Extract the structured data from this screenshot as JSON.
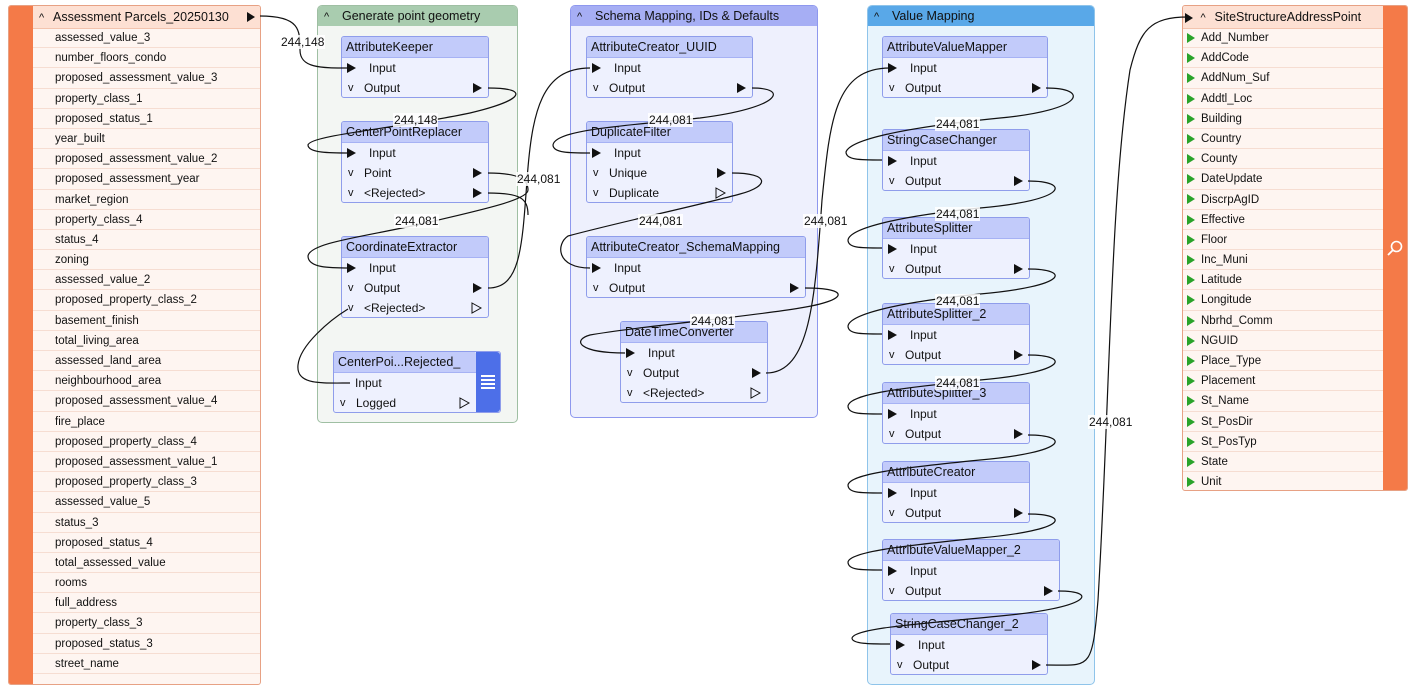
{
  "reader": {
    "title": "Assessment Parcels_20250130",
    "attributes": [
      "assessed_value_3",
      "number_floors_condo",
      "proposed_assessment_value_3",
      "property_class_1",
      "proposed_status_1",
      "year_built",
      "proposed_assessment_value_2",
      "proposed_assessment_year",
      "market_region",
      "property_class_4",
      "status_4",
      "zoning",
      "assessed_value_2",
      "proposed_property_class_2",
      "basement_finish",
      "total_living_area",
      "assessed_land_area",
      "neighbourhood_area",
      "proposed_assessment_value_4",
      "fire_place",
      "proposed_property_class_4",
      "proposed_assessment_value_1",
      "proposed_property_class_3",
      "assessed_value_5",
      "status_3",
      "proposed_status_4",
      "total_assessed_value",
      "rooms",
      "full_address",
      "property_class_3",
      "proposed_status_3",
      "street_name"
    ]
  },
  "writer": {
    "title": "SiteStructureAddressPoint",
    "attributes": [
      "Add_Number",
      "AddCode",
      "AddNum_Suf",
      "Addtl_Loc",
      "Building",
      "Country",
      "County",
      "DateUpdate",
      "DiscrpAgID",
      "Effective",
      "Floor",
      "Inc_Muni",
      "Latitude",
      "Longitude",
      "Nbrhd_Comm",
      "NGUID",
      "Place_Type",
      "Placement",
      "St_Name",
      "St_PosDir",
      "St_PosTyp",
      "State",
      "Unit"
    ]
  },
  "bookmarks": {
    "geometry": "Generate point geometry",
    "schema": "Schema Mapping, IDs & Defaults",
    "value": "Value Mapping"
  },
  "transformers": {
    "attributekeeper": {
      "title": "AttributeKeeper",
      "ports": [
        "Input",
        "Output"
      ]
    },
    "centerpointreplacer": {
      "title": "CenterPointReplacer",
      "ports": [
        "Input",
        "Point",
        "<Rejected>"
      ]
    },
    "coordinateextractor": {
      "title": "CoordinateExtractor",
      "ports": [
        "Input",
        "Output",
        "<Rejected>"
      ]
    },
    "logger": {
      "title": "CenterPoi...Rejected_",
      "ports": [
        "Input",
        "Logged"
      ]
    },
    "uuid": {
      "title": "AttributeCreator_UUID",
      "ports": [
        "Input",
        "Output"
      ]
    },
    "duplicatefilter": {
      "title": "DuplicateFilter",
      "ports": [
        "Input",
        "Unique",
        "Duplicate"
      ]
    },
    "schemamapping": {
      "title": "AttributeCreator_SchemaMapping",
      "ports": [
        "Input",
        "Output"
      ]
    },
    "datetime": {
      "title": "DateTimeConverter",
      "ports": [
        "Input",
        "Output",
        "<Rejected>"
      ]
    },
    "avm": {
      "title": "AttributeValueMapper",
      "ports": [
        "Input",
        "Output"
      ]
    },
    "scc": {
      "title": "StringCaseChanger",
      "ports": [
        "Input",
        "Output"
      ]
    },
    "as1": {
      "title": "AttributeSplitter",
      "ports": [
        "Input",
        "Output"
      ]
    },
    "as2": {
      "title": "AttributeSplitter_2",
      "ports": [
        "Input",
        "Output"
      ]
    },
    "as3": {
      "title": "AttributeSplitter_3",
      "ports": [
        "Input",
        "Output"
      ]
    },
    "ac": {
      "title": "AttributeCreator",
      "ports": [
        "Input",
        "Output"
      ]
    },
    "avm2": {
      "title": "AttributeValueMapper_2",
      "ports": [
        "Input",
        "Output"
      ]
    },
    "scc2": {
      "title": "StringCaseChanger_2",
      "ports": [
        "Input",
        "Output"
      ]
    }
  },
  "feature_counts": {
    "reader_to_keeper": "244,148",
    "keeper_to_cpr": "244,148",
    "point_count": "244,081",
    "ce_input": "244,081",
    "uuid_in": "244,081",
    "df_in": "244,081",
    "sm_in": "244,081",
    "dt_in": "244,081",
    "vm_in": "244,081",
    "scc_in": "244,081",
    "as1_in": "244,081",
    "as2_in": "244,081",
    "as3_in": "244,081",
    "writer_in": "244,081"
  },
  "colors": {
    "reader_bar": "#f47a48",
    "transformer_fill": "#eef1fe",
    "transformer_title": "#c2cbfa",
    "bookmark_green": "#a9ccaf",
    "bookmark_purple": "#a6aef4",
    "bookmark_blue": "#59a8e8",
    "writer_port": "#2aa32a"
  },
  "icons": {
    "writer_inspector": "magnifier-icon",
    "logger": "log-lines-icon"
  }
}
